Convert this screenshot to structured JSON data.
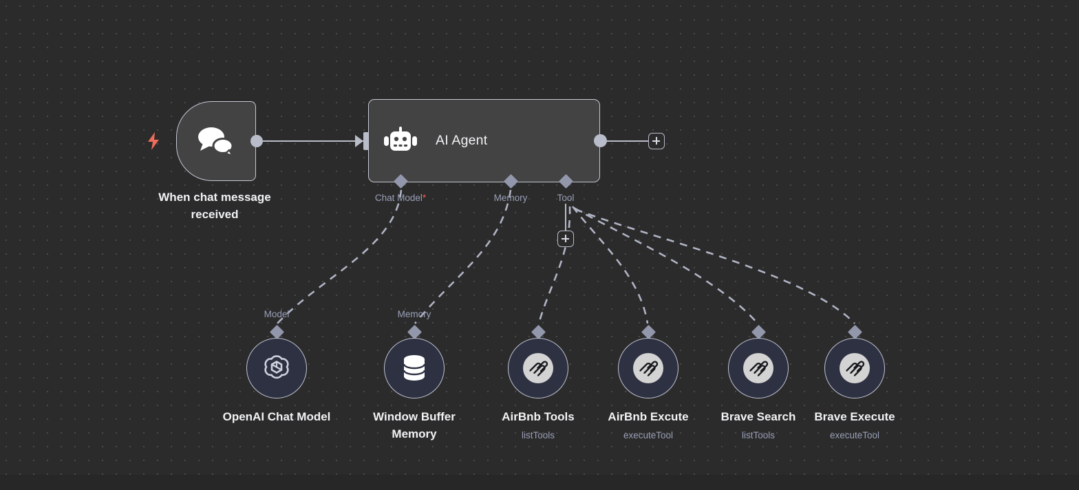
{
  "canvas": {
    "background_color": "#2b2b2b",
    "grid_dot_color": "#4a4a4a"
  },
  "colors": {
    "node_fill": "#434343",
    "node_border": "#c5c9d6",
    "subnode_fill": "#2e3142",
    "connector_diamond": "#9297ab",
    "port_label": "#9aa0b8",
    "required_asterisk": "#ef5f52",
    "trigger_bolt": "#ee6c5a",
    "edge_line": "#b9bdc9",
    "label_text": "#f2f3f5"
  },
  "trigger": {
    "icon": "chat-bubbles-icon",
    "bolt_icon": "lightning-bolt-icon",
    "label_line1": "When chat message",
    "label_line2": "received"
  },
  "agent": {
    "icon": "robot-icon",
    "title": "AI Agent",
    "output_plus_label": "+",
    "ports": [
      {
        "name": "chat-model",
        "label": "Chat Model",
        "required": true,
        "required_mark": "*"
      },
      {
        "name": "memory",
        "label": "Memory",
        "required": false,
        "required_mark": ""
      },
      {
        "name": "tool",
        "label": "Tool",
        "required": false,
        "required_mark": ""
      }
    ],
    "tool_plus_label": "+"
  },
  "connection_labels": {
    "model": "Model",
    "memory": "Memory"
  },
  "subnodes": [
    {
      "name": "openai-chat-model",
      "icon": "openai-logo-icon",
      "label": "OpenAI Chat Model",
      "sublabel": "",
      "connector_label": "Model"
    },
    {
      "name": "window-buffer-memory",
      "icon": "database-icon",
      "label": "Window Buffer Memory",
      "sublabel": "",
      "connector_label": "Memory"
    },
    {
      "name": "airbnb-tools",
      "icon": "mcp-icon",
      "label": "AirBnb Tools",
      "sublabel": "listTools",
      "connector_label": ""
    },
    {
      "name": "airbnb-excute",
      "icon": "mcp-icon",
      "label": "AirBnb Excute",
      "sublabel": "executeTool",
      "connector_label": ""
    },
    {
      "name": "brave-search",
      "icon": "mcp-icon",
      "label": "Brave Search",
      "sublabel": "listTools",
      "connector_label": ""
    },
    {
      "name": "brave-execute",
      "icon": "mcp-icon",
      "label": "Brave Execute",
      "sublabel": "executeTool",
      "connector_label": ""
    }
  ]
}
